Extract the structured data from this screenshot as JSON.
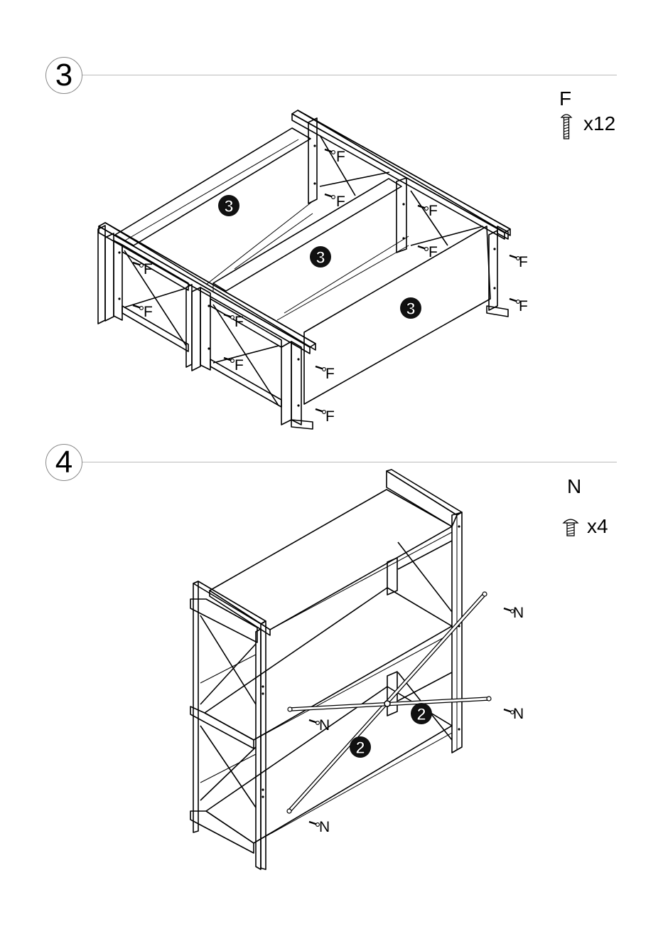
{
  "steps": [
    {
      "number": "3",
      "hardware": {
        "letter": "F",
        "count": "x12"
      },
      "part_label": "3",
      "screw_label": "F"
    },
    {
      "number": "4",
      "hardware": {
        "letter": "N",
        "count": "x4"
      },
      "part_label": "2",
      "screw_label": "N"
    }
  ]
}
